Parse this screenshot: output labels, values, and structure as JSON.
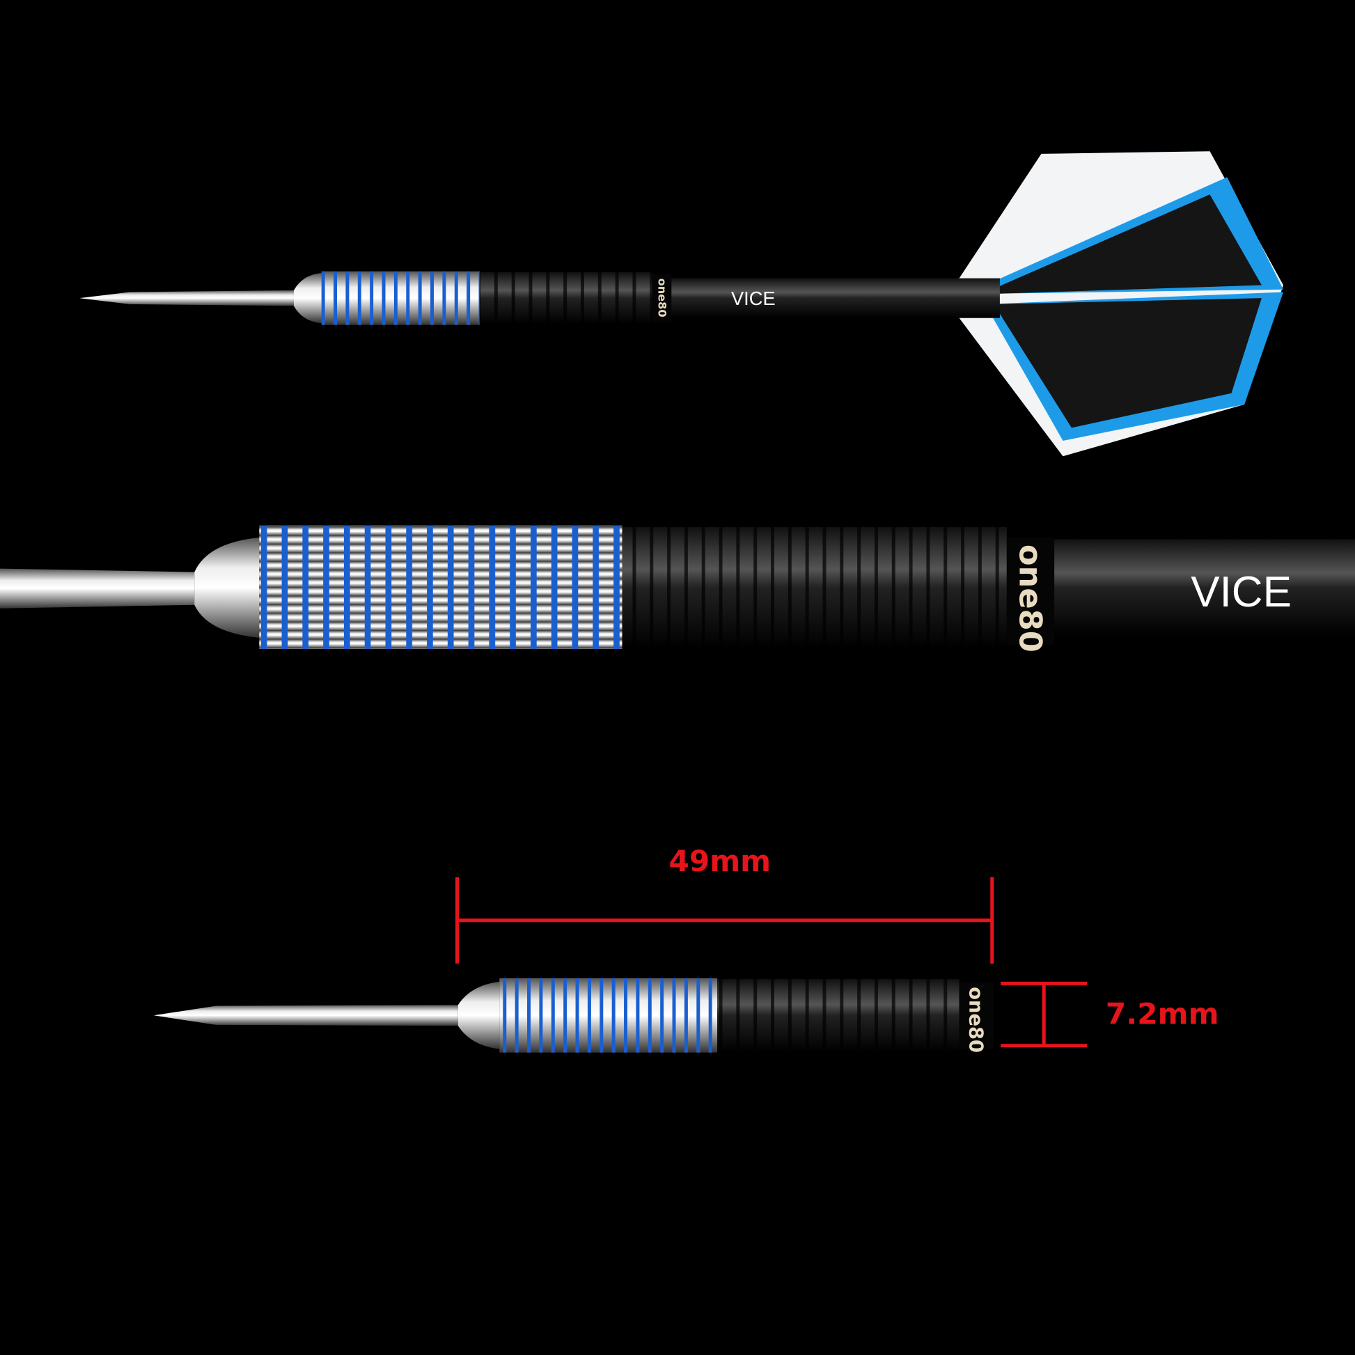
{
  "product": {
    "model_logo": "VICE",
    "brand_logo": "one80"
  },
  "dimensions": {
    "barrel_length": "49mm",
    "barrel_diameter": "7.2mm"
  },
  "colors": {
    "background": "#000000",
    "dimension_lines": "#e8141b",
    "barrel_accent": "#1a5fd0",
    "flight_accent": "#1e9be8"
  }
}
